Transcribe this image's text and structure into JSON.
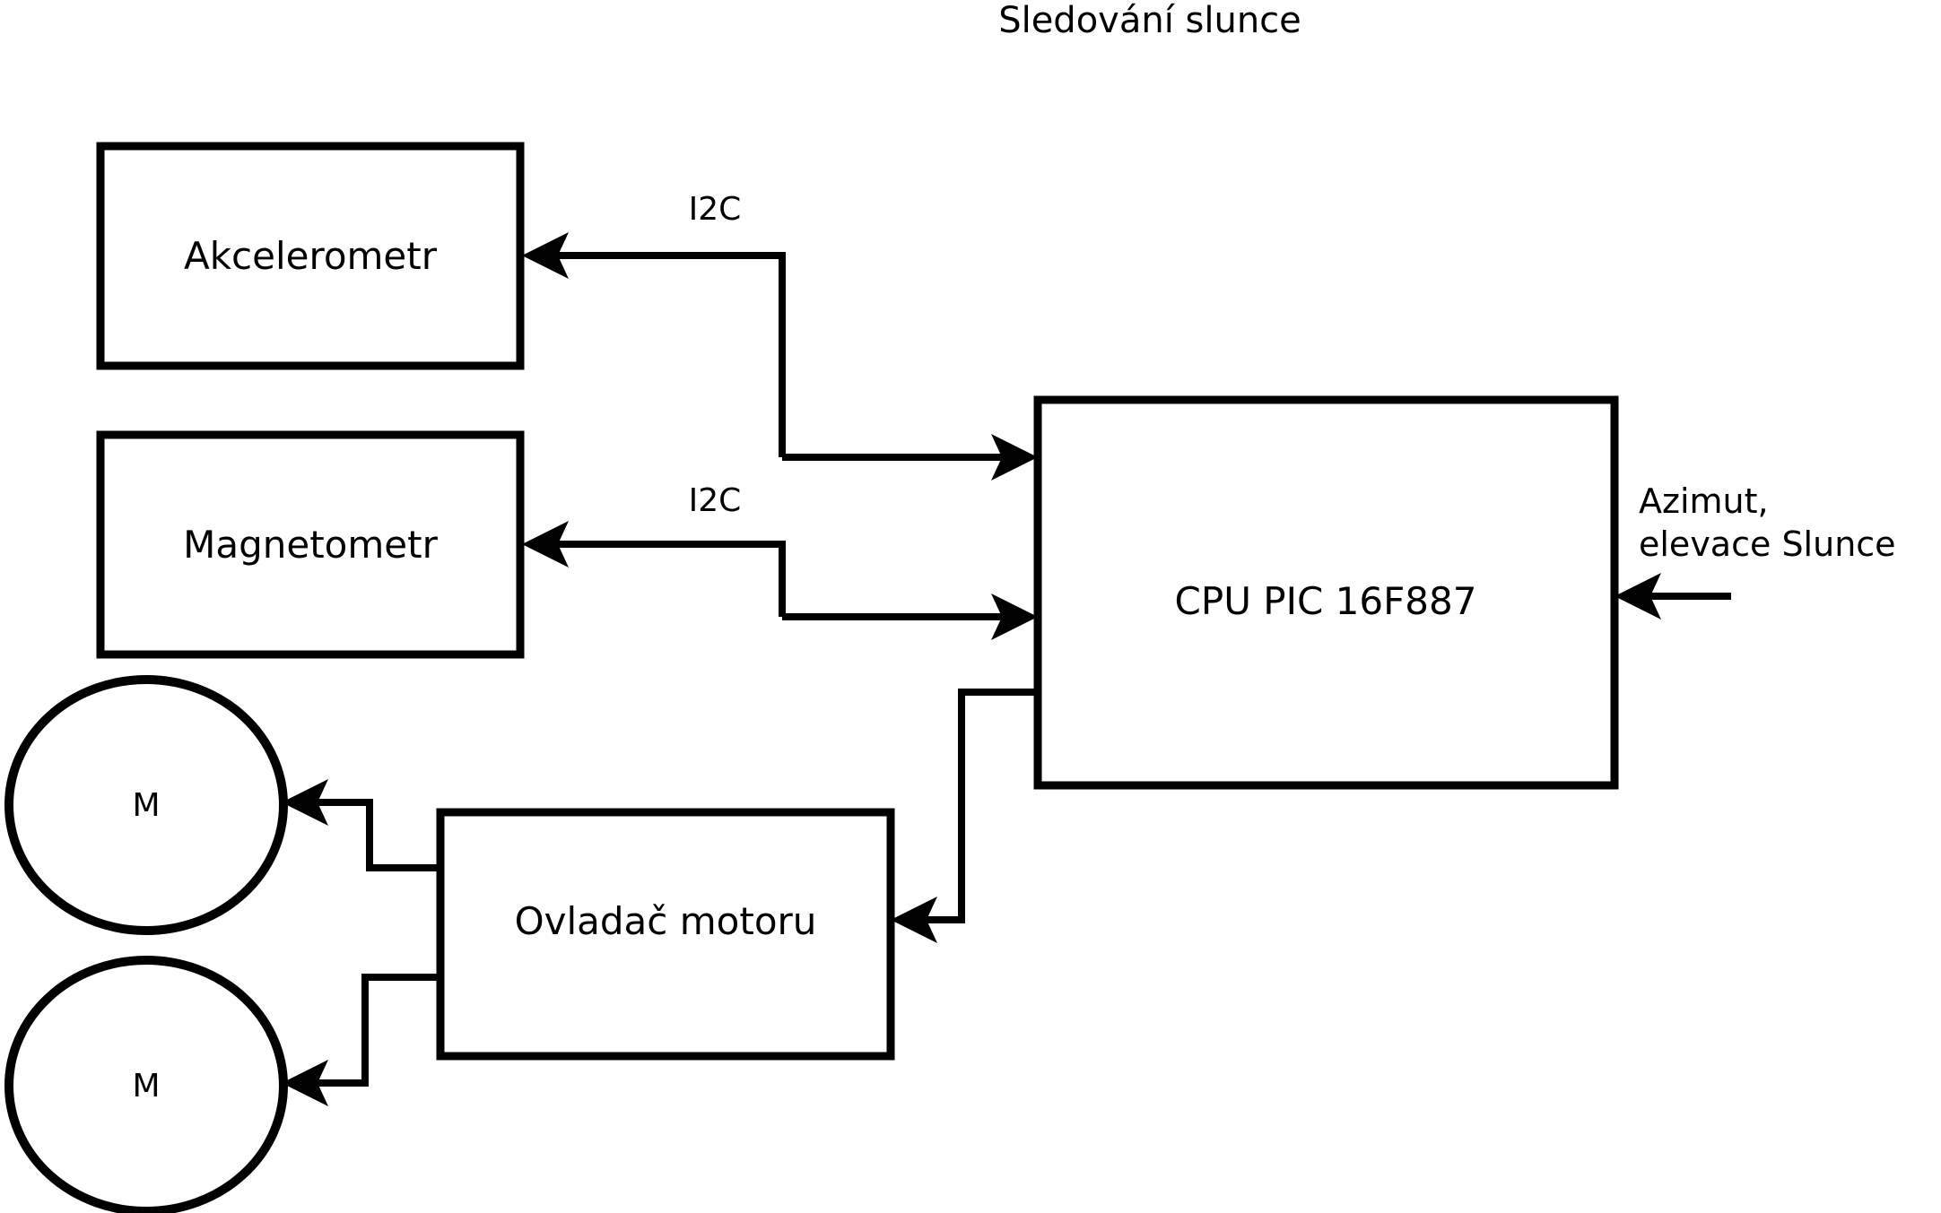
{
  "diagram": {
    "title": "Sledování slunce",
    "type": "block-diagram",
    "background_color": "#ffffff",
    "line_color": "#000000",
    "text_color": "#000000",
    "nodes": [
      {
        "id": "accelerometer",
        "label": "Akcelerometr",
        "shape": "rectangle"
      },
      {
        "id": "magnetometer",
        "label": "Magnetometr",
        "shape": "rectangle"
      },
      {
        "id": "cpu",
        "label": "CPU PIC 16F887",
        "shape": "rectangle"
      },
      {
        "id": "motor-driver",
        "label": "Ovladač motoru",
        "shape": "rectangle"
      },
      {
        "id": "motor-top",
        "label": "M",
        "shape": "circle"
      },
      {
        "id": "motor-bottom",
        "label": "M",
        "shape": "circle"
      }
    ],
    "edges": [
      {
        "id": "cpu-to-accelerometer",
        "label": "I2C",
        "from": "cpu",
        "to": "accelerometer"
      },
      {
        "id": "accelerometer-to-cpu",
        "label": "",
        "from": "accelerometer",
        "to": "cpu"
      },
      {
        "id": "cpu-to-magnetometer",
        "label": "I2C",
        "from": "cpu",
        "to": "magnetometer"
      },
      {
        "id": "magnetometer-to-cpu",
        "label": "",
        "from": "magnetometer",
        "to": "cpu"
      },
      {
        "id": "cpu-to-motor-driver",
        "label": "",
        "from": "cpu",
        "to": "motor-driver"
      },
      {
        "id": "driver-to-motor-top",
        "label": "",
        "from": "motor-driver",
        "to": "motor-top"
      },
      {
        "id": "driver-to-motor-bottom",
        "label": "",
        "from": "motor-driver",
        "to": "motor-bottom"
      },
      {
        "id": "sun-input-to-cpu",
        "label": "Azimut, elevace Slunce",
        "from": "sun",
        "to": "cpu"
      }
    ],
    "edge_labels": {
      "i2c_top": "I2C",
      "i2c_bottom": "I2C"
    },
    "annotations": {
      "sun_input_line1": "Azimut,",
      "sun_input_line2": "elevace Slunce"
    }
  }
}
